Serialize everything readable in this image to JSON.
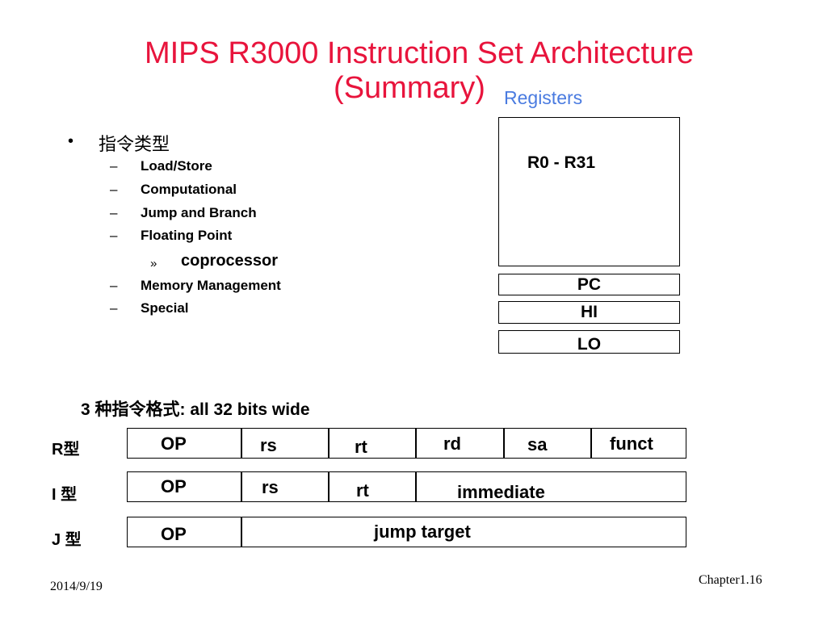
{
  "slide": {
    "title_line1": "MIPS R3000 Instruction Set Architecture",
    "title_line2": "(Summary)",
    "date": "2014/9/19",
    "page": "Chapter1.16"
  },
  "registers": {
    "label": "Registers",
    "general": "R0 - R31",
    "pc": "PC",
    "hi": "HI",
    "lo": "LO"
  },
  "bullets": {
    "marker": "•",
    "heading": "指令类型",
    "dash": "–",
    "subsub_marker": "»",
    "items": [
      "Load/Store",
      "Computational",
      "Jump and Branch",
      "Floating Point",
      "Memory Management",
      "Special"
    ],
    "floating_point_sub": "coprocessor"
  },
  "formats": {
    "heading": "3 种指令格式: all 32 bits wide",
    "r_label": "R型",
    "i_label": "I 型",
    "j_label": "J 型",
    "r_fields": [
      "OP",
      "rs",
      "rt",
      "rd",
      "sa",
      "funct"
    ],
    "i_fields": [
      "OP",
      "rs",
      "rt",
      "immediate"
    ],
    "j_fields": [
      "OP",
      "jump target"
    ]
  }
}
